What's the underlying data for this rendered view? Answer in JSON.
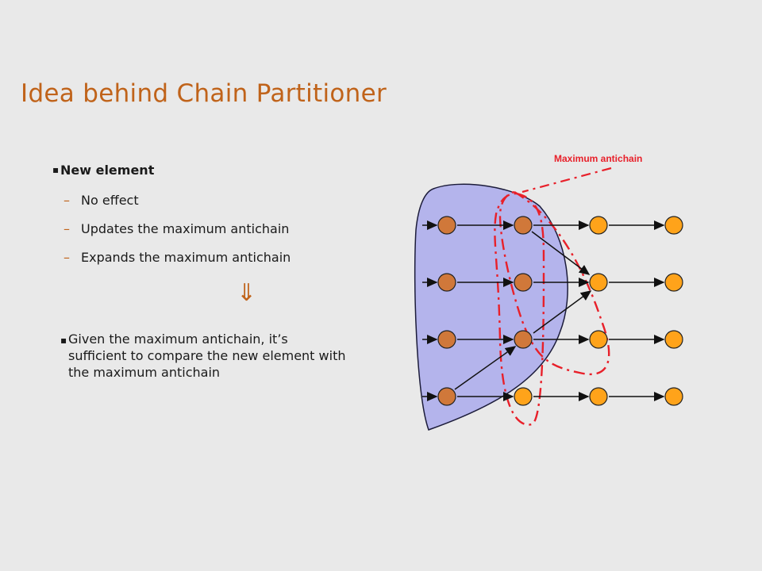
{
  "slide": {
    "title": "Idea behind Chain Partitioner",
    "bullet_marker": "▪",
    "bullets": [
      {
        "text": "New element",
        "sub": [
          {
            "dash": "–",
            "text": "No effect"
          },
          {
            "dash": "–",
            "text": "Updates the maximum antichain"
          },
          {
            "dash": "–",
            "text": "Expands the maximum antichain"
          }
        ]
      }
    ],
    "implies_symbol": "⇓",
    "conclusion": "Given the maximum antichain, it’s sufficient to compare the new element with the maximum antichain"
  },
  "diagram": {
    "label": "Maximum antichain",
    "chains": 4,
    "nodes_per_chain": 4,
    "colors": {
      "region_fill": "#b4b4ec",
      "region_stroke": "#1c1c3a",
      "node_dark": "#d0783a",
      "node_light": "#ffa31a",
      "node_stroke": "#222222",
      "antichain": "#e8202a"
    }
  }
}
